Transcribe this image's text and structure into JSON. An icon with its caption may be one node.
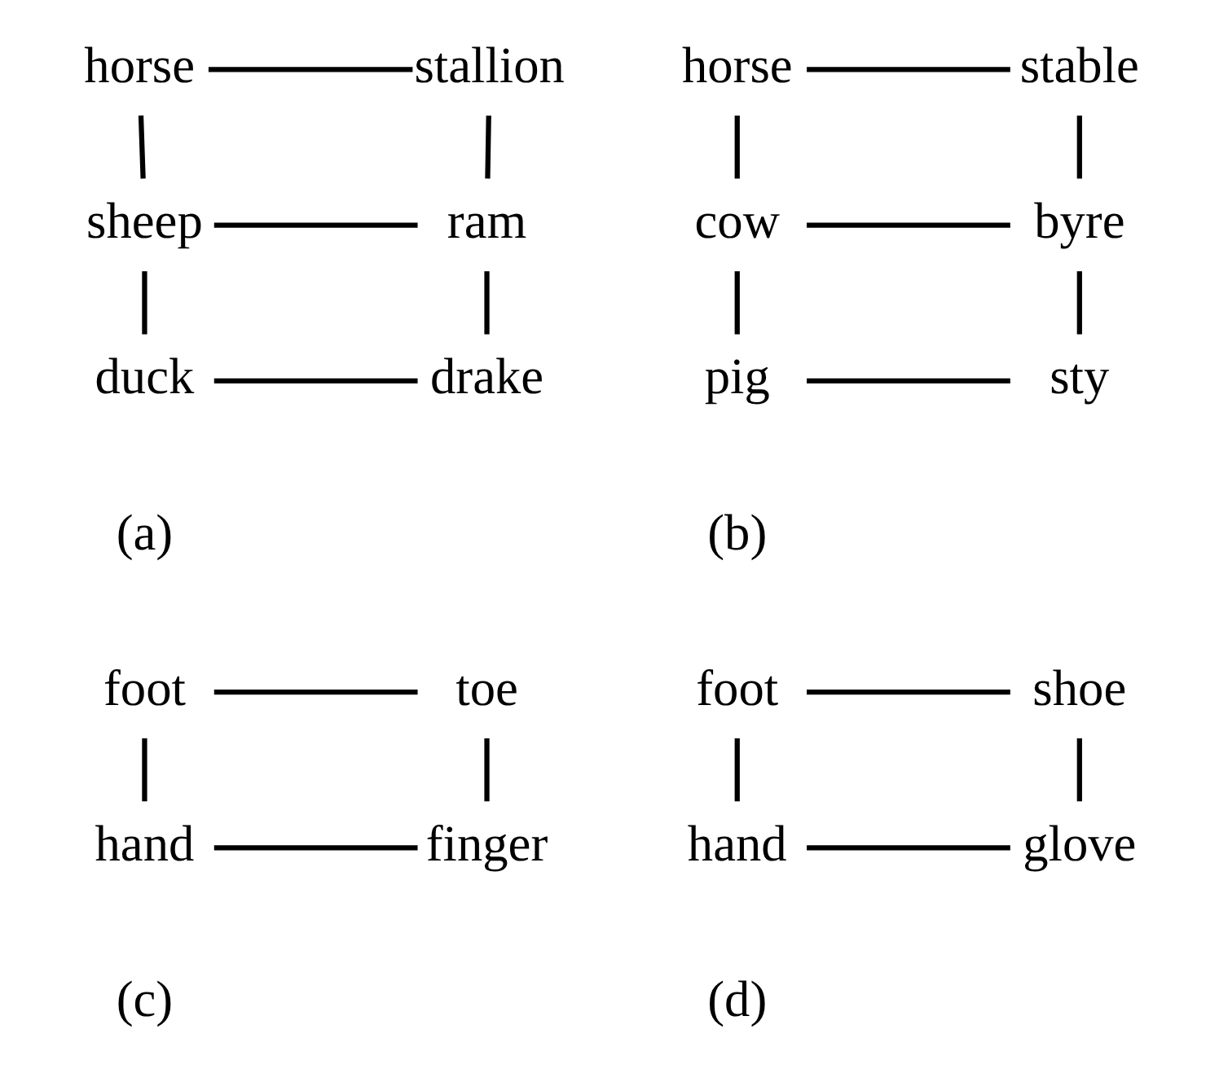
{
  "diagram": {
    "nodes": [
      {
        "text": [
          "horse"
        ]
      },
      {
        "text": [
          "stallion"
        ]
      },
      {
        "text": [
          "sheep"
        ]
      },
      {
        "text": [
          "ram"
        ]
      },
      {
        "text": [
          "duck"
        ]
      },
      {
        "text": [
          "drake"
        ]
      },
      {
        "text": [
          "horse"
        ]
      },
      {
        "text": [
          "stable"
        ]
      },
      {
        "text": [
          "cow"
        ]
      },
      {
        "text": [
          "byre"
        ]
      },
      {
        "text": [
          "pig"
        ]
      },
      {
        "text": [
          "sty"
        ]
      },
      {
        "text": [
          "foot"
        ]
      },
      {
        "text": [
          "toe"
        ]
      },
      {
        "text": [
          "hand"
        ]
      },
      {
        "text": [
          "finger"
        ]
      },
      {
        "text": [
          "foot"
        ]
      },
      {
        "text": [
          "shoe"
        ]
      },
      {
        "text": [
          "hand"
        ]
      },
      {
        "text": [
          "glove"
        ]
      }
    ],
    "edges": [
      {
        "from": 0,
        "to": 1,
        "arrow": "none"
      },
      {
        "from": 0,
        "to": 2,
        "arrow": "none"
      },
      {
        "from": 1,
        "to": 3,
        "arrow": "none"
      },
      {
        "from": 2,
        "to": 3,
        "arrow": "none"
      },
      {
        "from": 2,
        "to": 4,
        "arrow": "none"
      },
      {
        "from": 3,
        "to": 5,
        "arrow": "none"
      },
      {
        "from": 4,
        "to": 5,
        "arrow": "none"
      },
      {
        "from": 6,
        "to": 7,
        "arrow": "none"
      },
      {
        "from": 6,
        "to": 8,
        "arrow": "none"
      },
      {
        "from": 7,
        "to": 9,
        "arrow": "none"
      },
      {
        "from": 8,
        "to": 9,
        "arrow": "none"
      },
      {
        "from": 8,
        "to": 10,
        "arrow": "none"
      },
      {
        "from": 9,
        "to": 11,
        "arrow": "none"
      },
      {
        "from": 10,
        "to": 11,
        "arrow": "none"
      },
      {
        "from": 12,
        "to": 13,
        "arrow": "none"
      },
      {
        "from": 12,
        "to": 14,
        "arrow": "none"
      },
      {
        "from": 13,
        "to": 15,
        "arrow": "none"
      },
      {
        "from": 14,
        "to": 15,
        "arrow": "none"
      },
      {
        "from": 16,
        "to": 17,
        "arrow": "none"
      },
      {
        "from": 16,
        "to": 18,
        "arrow": "none"
      },
      {
        "from": 17,
        "to": 19,
        "arrow": "none"
      },
      {
        "from": 18,
        "to": 19,
        "arrow": "none"
      }
    ],
    "labels": [
      "(a)",
      "(b)",
      "(c)",
      "(d)"
    ]
  }
}
